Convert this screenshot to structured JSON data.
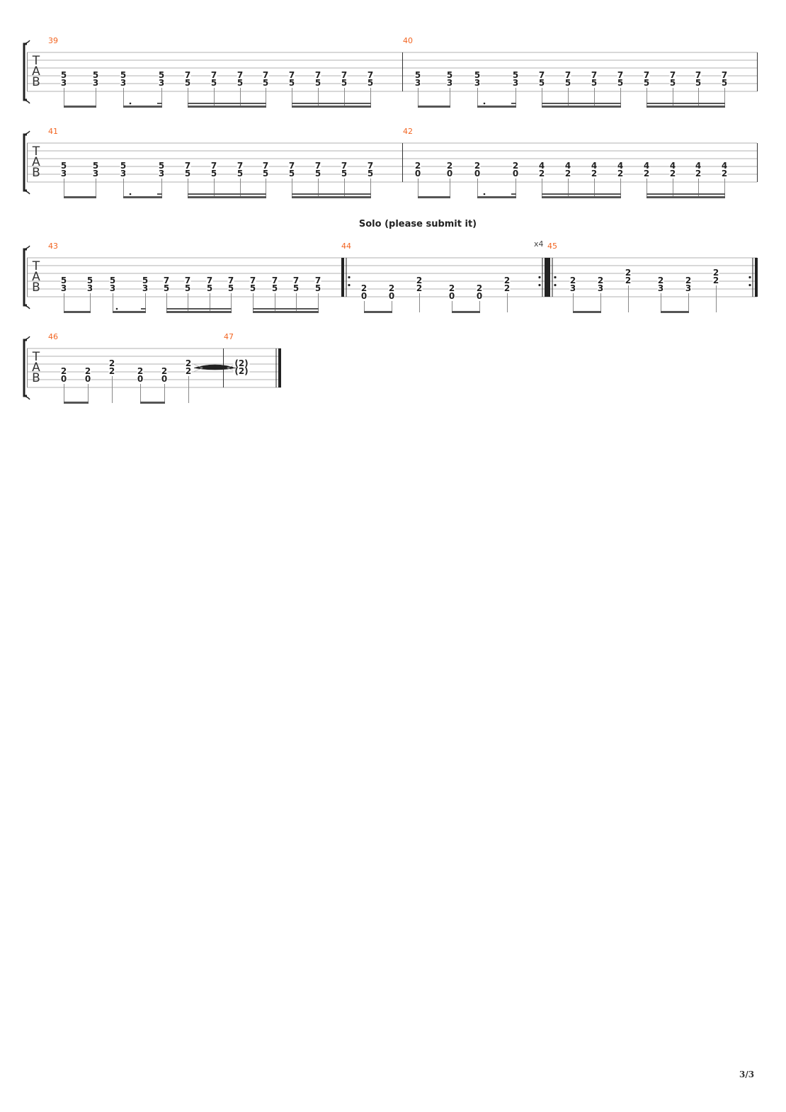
{
  "section_title": "Solo (please submit it)",
  "repeat_count": "x4",
  "page_number": "3/3",
  "clef": [
    "T",
    "A",
    "B"
  ],
  "colors": {
    "measure_number": "#f26522",
    "staff": "#b0b0b0",
    "notes": "#222222",
    "beam": "#555555"
  },
  "measures": [
    {
      "number": "39",
      "beats": [
        {
          "s": [
            4,
            5
          ],
          "f": [
            "5",
            "3"
          ],
          "d": "8",
          "g": 0
        },
        {
          "s": [
            4,
            5
          ],
          "f": [
            "5",
            "3"
          ],
          "d": "8",
          "g": 0
        },
        {
          "s": [
            4,
            5
          ],
          "f": [
            "5",
            "3"
          ],
          "d": "8.",
          "g": 1
        },
        {
          "s": [
            4,
            5
          ],
          "f": [
            "5",
            "3"
          ],
          "d": "16",
          "g": 1
        },
        {
          "s": [
            4,
            5
          ],
          "f": [
            "7",
            "5"
          ],
          "d": "16",
          "g": 2
        },
        {
          "s": [
            4,
            5
          ],
          "f": [
            "7",
            "5"
          ],
          "d": "16",
          "g": 2
        },
        {
          "s": [
            4,
            5
          ],
          "f": [
            "7",
            "5"
          ],
          "d": "16",
          "g": 2
        },
        {
          "s": [
            4,
            5
          ],
          "f": [
            "7",
            "5"
          ],
          "d": "16",
          "g": 2
        },
        {
          "s": [
            4,
            5
          ],
          "f": [
            "7",
            "5"
          ],
          "d": "16",
          "g": 3
        },
        {
          "s": [
            4,
            5
          ],
          "f": [
            "7",
            "5"
          ],
          "d": "16",
          "g": 3
        },
        {
          "s": [
            4,
            5
          ],
          "f": [
            "7",
            "5"
          ],
          "d": "16",
          "g": 3
        },
        {
          "s": [
            4,
            5
          ],
          "f": [
            "7",
            "5"
          ],
          "d": "16",
          "g": 3
        }
      ]
    },
    {
      "number": "40",
      "beats": [
        {
          "s": [
            4,
            5
          ],
          "f": [
            "5",
            "3"
          ],
          "d": "8",
          "g": 0
        },
        {
          "s": [
            4,
            5
          ],
          "f": [
            "5",
            "3"
          ],
          "d": "8",
          "g": 0
        },
        {
          "s": [
            4,
            5
          ],
          "f": [
            "5",
            "3"
          ],
          "d": "8.",
          "g": 1
        },
        {
          "s": [
            4,
            5
          ],
          "f": [
            "5",
            "3"
          ],
          "d": "16",
          "g": 1
        },
        {
          "s": [
            4,
            5
          ],
          "f": [
            "7",
            "5"
          ],
          "d": "16",
          "g": 2
        },
        {
          "s": [
            4,
            5
          ],
          "f": [
            "7",
            "5"
          ],
          "d": "16",
          "g": 2
        },
        {
          "s": [
            4,
            5
          ],
          "f": [
            "7",
            "5"
          ],
          "d": "16",
          "g": 2
        },
        {
          "s": [
            4,
            5
          ],
          "f": [
            "7",
            "5"
          ],
          "d": "16",
          "g": 2
        },
        {
          "s": [
            4,
            5
          ],
          "f": [
            "7",
            "5"
          ],
          "d": "16",
          "g": 3
        },
        {
          "s": [
            4,
            5
          ],
          "f": [
            "7",
            "5"
          ],
          "d": "16",
          "g": 3
        },
        {
          "s": [
            4,
            5
          ],
          "f": [
            "7",
            "5"
          ],
          "d": "16",
          "g": 3
        },
        {
          "s": [
            4,
            5
          ],
          "f": [
            "7",
            "5"
          ],
          "d": "16",
          "g": 3
        }
      ]
    },
    {
      "number": "41",
      "beats": [
        {
          "s": [
            4,
            5
          ],
          "f": [
            "5",
            "3"
          ],
          "d": "8",
          "g": 0
        },
        {
          "s": [
            4,
            5
          ],
          "f": [
            "5",
            "3"
          ],
          "d": "8",
          "g": 0
        },
        {
          "s": [
            4,
            5
          ],
          "f": [
            "5",
            "3"
          ],
          "d": "8.",
          "g": 1
        },
        {
          "s": [
            4,
            5
          ],
          "f": [
            "5",
            "3"
          ],
          "d": "16",
          "g": 1
        },
        {
          "s": [
            4,
            5
          ],
          "f": [
            "7",
            "5"
          ],
          "d": "16",
          "g": 2
        },
        {
          "s": [
            4,
            5
          ],
          "f": [
            "7",
            "5"
          ],
          "d": "16",
          "g": 2
        },
        {
          "s": [
            4,
            5
          ],
          "f": [
            "7",
            "5"
          ],
          "d": "16",
          "g": 2
        },
        {
          "s": [
            4,
            5
          ],
          "f": [
            "7",
            "5"
          ],
          "d": "16",
          "g": 2
        },
        {
          "s": [
            4,
            5
          ],
          "f": [
            "7",
            "5"
          ],
          "d": "16",
          "g": 3
        },
        {
          "s": [
            4,
            5
          ],
          "f": [
            "7",
            "5"
          ],
          "d": "16",
          "g": 3
        },
        {
          "s": [
            4,
            5
          ],
          "f": [
            "7",
            "5"
          ],
          "d": "16",
          "g": 3
        },
        {
          "s": [
            4,
            5
          ],
          "f": [
            "7",
            "5"
          ],
          "d": "16",
          "g": 3
        }
      ]
    },
    {
      "number": "42",
      "beats": [
        {
          "s": [
            4,
            5
          ],
          "f": [
            "2",
            "0"
          ],
          "d": "8",
          "g": 0
        },
        {
          "s": [
            4,
            5
          ],
          "f": [
            "2",
            "0"
          ],
          "d": "8",
          "g": 0
        },
        {
          "s": [
            4,
            5
          ],
          "f": [
            "2",
            "0"
          ],
          "d": "8.",
          "g": 1
        },
        {
          "s": [
            4,
            5
          ],
          "f": [
            "2",
            "0"
          ],
          "d": "16",
          "g": 1
        },
        {
          "s": [
            4,
            5
          ],
          "f": [
            "4",
            "2"
          ],
          "d": "16",
          "g": 2
        },
        {
          "s": [
            4,
            5
          ],
          "f": [
            "4",
            "2"
          ],
          "d": "16",
          "g": 2
        },
        {
          "s": [
            4,
            5
          ],
          "f": [
            "4",
            "2"
          ],
          "d": "16",
          "g": 2
        },
        {
          "s": [
            4,
            5
          ],
          "f": [
            "4",
            "2"
          ],
          "d": "16",
          "g": 2
        },
        {
          "s": [
            4,
            5
          ],
          "f": [
            "4",
            "2"
          ],
          "d": "16",
          "g": 3
        },
        {
          "s": [
            4,
            5
          ],
          "f": [
            "4",
            "2"
          ],
          "d": "16",
          "g": 3
        },
        {
          "s": [
            4,
            5
          ],
          "f": [
            "4",
            "2"
          ],
          "d": "16",
          "g": 3
        },
        {
          "s": [
            4,
            5
          ],
          "f": [
            "4",
            "2"
          ],
          "d": "16",
          "g": 3
        }
      ]
    },
    {
      "number": "43",
      "beats": [
        {
          "s": [
            4,
            5
          ],
          "f": [
            "5",
            "3"
          ],
          "d": "8",
          "g": 0
        },
        {
          "s": [
            4,
            5
          ],
          "f": [
            "5",
            "3"
          ],
          "d": "8",
          "g": 0
        },
        {
          "s": [
            4,
            5
          ],
          "f": [
            "5",
            "3"
          ],
          "d": "8.",
          "g": 1
        },
        {
          "s": [
            4,
            5
          ],
          "f": [
            "5",
            "3"
          ],
          "d": "16",
          "g": 1
        },
        {
          "s": [
            4,
            5
          ],
          "f": [
            "7",
            "5"
          ],
          "d": "16",
          "g": 2
        },
        {
          "s": [
            4,
            5
          ],
          "f": [
            "7",
            "5"
          ],
          "d": "16",
          "g": 2
        },
        {
          "s": [
            4,
            5
          ],
          "f": [
            "7",
            "5"
          ],
          "d": "16",
          "g": 2
        },
        {
          "s": [
            4,
            5
          ],
          "f": [
            "7",
            "5"
          ],
          "d": "16",
          "g": 2
        },
        {
          "s": [
            4,
            5
          ],
          "f": [
            "7",
            "5"
          ],
          "d": "16",
          "g": 3
        },
        {
          "s": [
            4,
            5
          ],
          "f": [
            "7",
            "5"
          ],
          "d": "16",
          "g": 3
        },
        {
          "s": [
            4,
            5
          ],
          "f": [
            "7",
            "5"
          ],
          "d": "16",
          "g": 3
        },
        {
          "s": [
            4,
            5
          ],
          "f": [
            "7",
            "5"
          ],
          "d": "16",
          "g": 3
        }
      ]
    },
    {
      "number": "44",
      "repeat_start": true,
      "repeat_end": true,
      "beats": [
        {
          "s": [
            5,
            6
          ],
          "f": [
            "2",
            "0"
          ],
          "d": "8",
          "g": 0
        },
        {
          "s": [
            5,
            6
          ],
          "f": [
            "2",
            "0"
          ],
          "d": "8",
          "g": 0
        },
        {
          "s": [
            4,
            5
          ],
          "f": [
            "2",
            "2"
          ],
          "d": "4"
        },
        {
          "s": [
            5,
            6
          ],
          "f": [
            "2",
            "0"
          ],
          "d": "8",
          "g": 1
        },
        {
          "s": [
            5,
            6
          ],
          "f": [
            "2",
            "0"
          ],
          "d": "8",
          "g": 1
        },
        {
          "s": [
            4,
            5
          ],
          "f": [
            "2",
            "2"
          ],
          "d": "4"
        }
      ]
    },
    {
      "number": "45",
      "repeat_start": true,
      "repeat_end": true,
      "beats": [
        {
          "s": [
            4,
            5
          ],
          "f": [
            "2",
            "3"
          ],
          "d": "8",
          "g": 0
        },
        {
          "s": [
            4,
            5
          ],
          "f": [
            "2",
            "3"
          ],
          "d": "8",
          "g": 0
        },
        {
          "s": [
            3,
            4
          ],
          "f": [
            "2",
            "2"
          ],
          "d": "4"
        },
        {
          "s": [
            4,
            5
          ],
          "f": [
            "2",
            "3"
          ],
          "d": "8",
          "g": 1
        },
        {
          "s": [
            4,
            5
          ],
          "f": [
            "2",
            "3"
          ],
          "d": "8",
          "g": 1
        },
        {
          "s": [
            3,
            4
          ],
          "f": [
            "2",
            "2"
          ],
          "d": "4"
        }
      ]
    },
    {
      "number": "46",
      "beats": [
        {
          "s": [
            4,
            5
          ],
          "f": [
            "2",
            "0"
          ],
          "d": "8",
          "g": 0
        },
        {
          "s": [
            4,
            5
          ],
          "f": [
            "2",
            "0"
          ],
          "d": "8",
          "g": 0
        },
        {
          "s": [
            3,
            4
          ],
          "f": [
            "2",
            "2"
          ],
          "d": "4"
        },
        {
          "s": [
            4,
            5
          ],
          "f": [
            "2",
            "0"
          ],
          "d": "8",
          "g": 1
        },
        {
          "s": [
            4,
            5
          ],
          "f": [
            "2",
            "0"
          ],
          "d": "8",
          "g": 1
        },
        {
          "s": [
            3,
            4
          ],
          "f": [
            "2",
            "2"
          ],
          "d": "4",
          "tie": true
        }
      ]
    },
    {
      "number": "47",
      "final": true,
      "beats": [
        {
          "s": [
            3,
            4
          ],
          "f": [
            "(2)",
            "(2)"
          ],
          "d": "1"
        }
      ]
    }
  ]
}
